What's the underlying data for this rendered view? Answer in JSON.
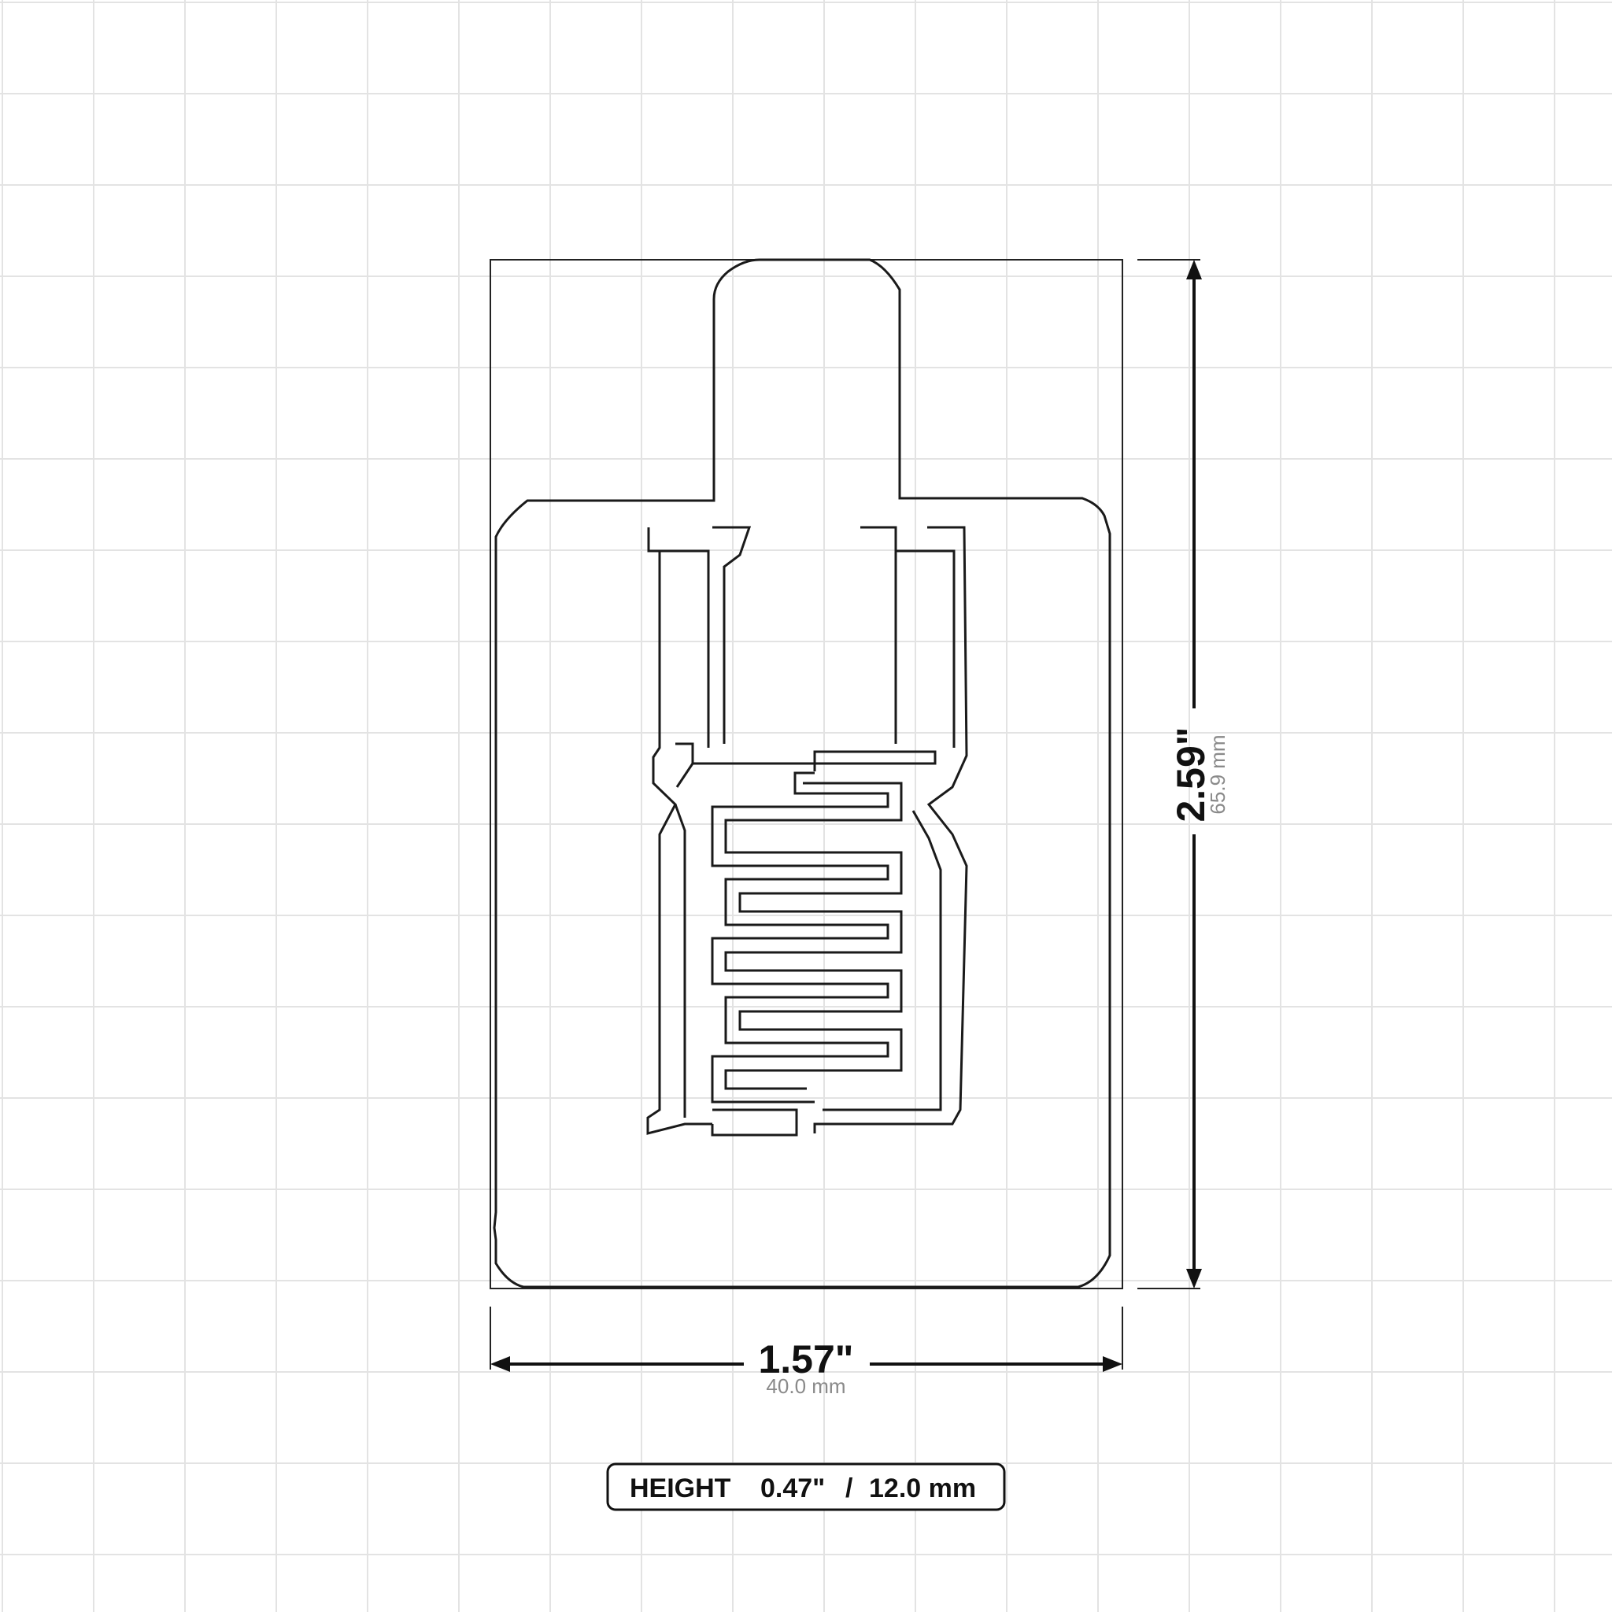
{
  "dimensions": {
    "width": {
      "inches": "1.57\"",
      "mm": "40.0 mm"
    },
    "height": {
      "inches": "2.59\"",
      "mm": "65.9 mm"
    }
  },
  "height_badge": {
    "label": "HEIGHT",
    "inches": "0.47\"",
    "separator": "/",
    "mm": "12.0 mm"
  }
}
